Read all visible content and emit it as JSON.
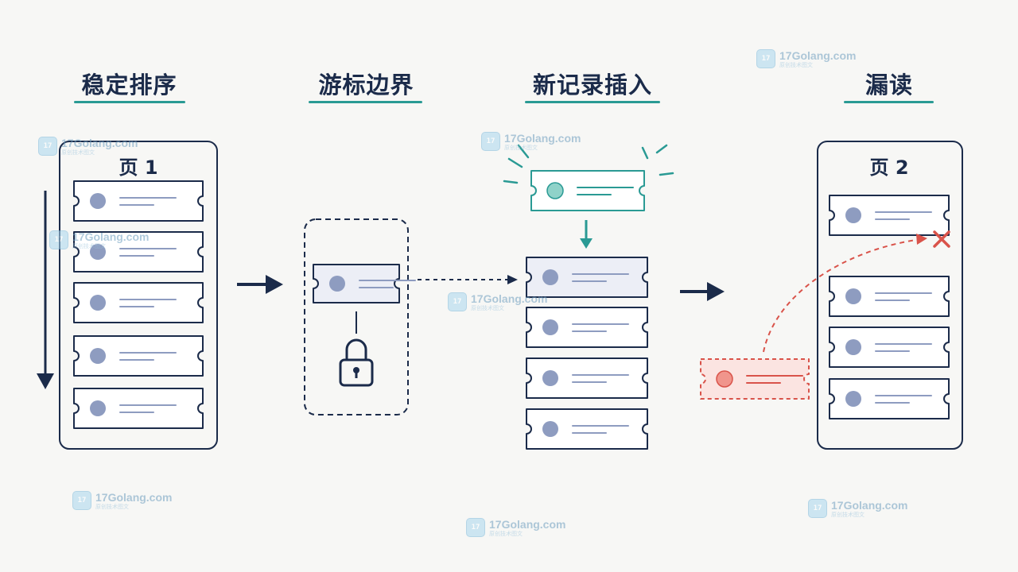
{
  "sections": [
    {
      "title": "稳定排序"
    },
    {
      "title": "游标边界"
    },
    {
      "title": "新记录插入"
    },
    {
      "title": "漏读"
    }
  ],
  "pages": [
    {
      "label": "页 1"
    },
    {
      "label": "页 2"
    }
  ],
  "watermark": {
    "name": "17Golang.com",
    "sub": "原创技术图文"
  },
  "colors": {
    "navy": "#1b2b4a",
    "teal": "#2a9a94",
    "red": "#d9534a",
    "dot": "#8e9cc0",
    "highlight_fill": "#eceef6",
    "missed_fill": "#fbe4e1"
  }
}
